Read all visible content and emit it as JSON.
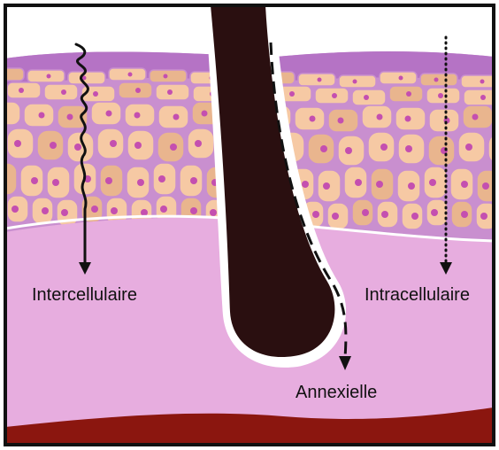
{
  "labels": {
    "intercellular": "Intercellulaire",
    "intracellular": "Intracellulaire",
    "appendageal": "Annexielle"
  },
  "colors": {
    "background": "#ffffff",
    "frame": "#111111",
    "dermis": "#e7addf",
    "epidermis_intercellular_matrix": "#c98fcf",
    "stratum_corneum": "#b573c5",
    "keratinocyte": "#f6c9a4",
    "keratinocyte_shadow": "#e9b58e",
    "nucleus": "#c44fb0",
    "hair_shaft": "#2a0f10",
    "hypodermis_blood": "#8b160f",
    "pathway_arrows": "#111111"
  },
  "icons": {
    "intercellular_path": "wavy-arrow-down",
    "intracellular_path": "dotted-arrow-down",
    "appendageal_path": "dashed-arrow-along-hair-follicle"
  }
}
